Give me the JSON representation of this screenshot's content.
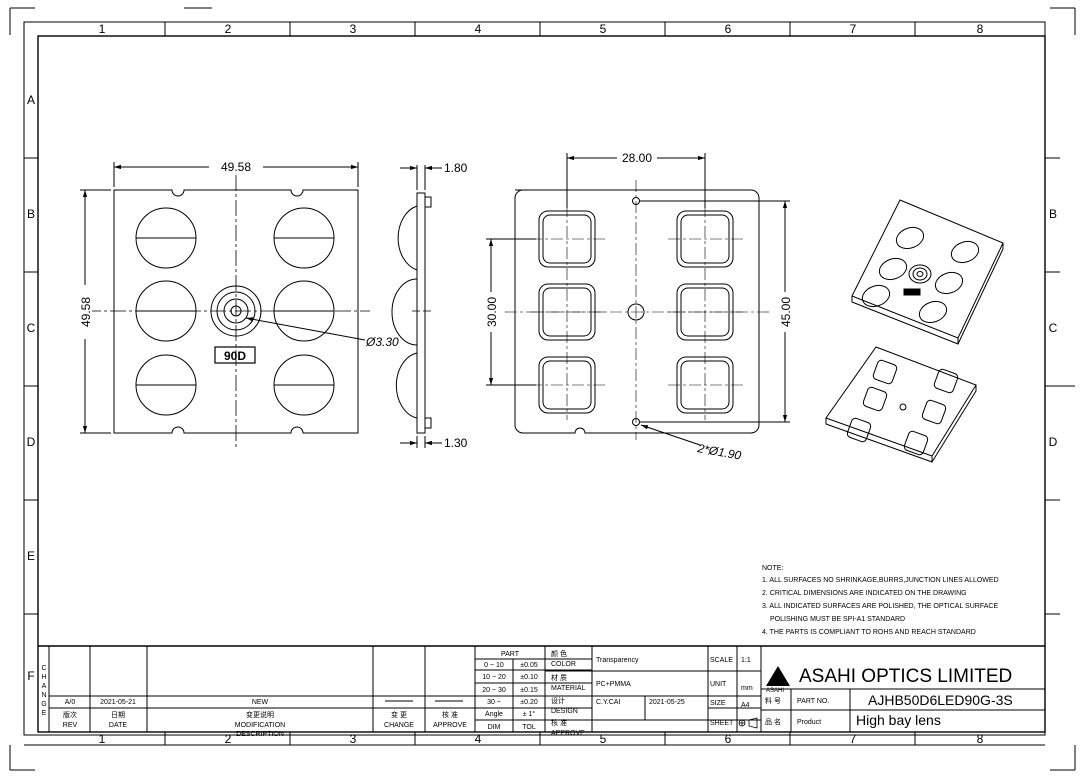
{
  "grid": {
    "cols": [
      "1",
      "2",
      "3",
      "4",
      "5",
      "6",
      "7",
      "8"
    ],
    "rows": [
      "A",
      "B",
      "C",
      "D",
      "E",
      "F"
    ]
  },
  "dims": {
    "front_width": "49.58",
    "front_height": "49.58",
    "center_dia": "Ø3.30",
    "side_top": "1.80",
    "side_bottom": "1.30",
    "back_pitch": "28.00",
    "back_height_inner": "30.00",
    "back_height_outer": "45.00",
    "hole_dia": "2*Ø1.90"
  },
  "marking": "90D",
  "notes": {
    "title": "NOTE:",
    "items": [
      "1. ALL SURFACES NO SHRINKAGE,BURRS,JUNCTION LINES ALLOWED",
      "2. CRITICAL DIMENSIONS ARE INDICATED ON THE DRAWING",
      "3. ALL INDICATED SURFACES ARE POLISHED, THE OPTICAL SURFACE",
      "   POLISHING MUST BE SPI-A1 STANDARD",
      "4. THE PARTS IS COMPLIANT TO ROHS AND REACH STANDARD"
    ]
  },
  "revision": {
    "change_label": "CHANGE",
    "rev": "A/0",
    "date": "2021-05-21",
    "description": "NEW",
    "h_rev_cn": "版次",
    "h_rev": "REV",
    "h_date_cn": "日期",
    "h_date": "DATE",
    "h_mod_cn": "变更说明",
    "h_mod": "MODIFICATION",
    "h_desc": "DESCRIPTION",
    "h_change_cn": "变 更",
    "h_change": "CHANGE",
    "h_approve_cn": "核 准",
    "h_approve": "APPROVE"
  },
  "tolerance": {
    "part": "PART",
    "rows": [
      [
        "0 ~ 10",
        "±0.05"
      ],
      [
        "10 ~ 20",
        "±0.10"
      ],
      [
        "20 ~ 30",
        "±0.15"
      ],
      [
        "30 ~",
        "±0.20"
      ],
      [
        "Angle",
        "± 1°"
      ]
    ],
    "dim": "DIM",
    "tol": "TOL"
  },
  "info": {
    "color_cn": "颜 色",
    "color": "COLOR",
    "color_val": "Transparency",
    "material_cn": "材 质",
    "material": "MATERIAL",
    "material_val": "PC+PMMA",
    "design_cn": "设计",
    "design": "DESIGN",
    "design_val": "C.Y.CAI",
    "design_date": "2021-05-25",
    "approve_cn": "核 准",
    "approve": "APPROVE"
  },
  "sheet": {
    "scale": "SCALE",
    "scale_val": "1:1",
    "unit": "UNIT",
    "unit_val": "mm",
    "size": "SIZE",
    "size_val": "A4",
    "sheet": "SHEET"
  },
  "company": {
    "name": "ASAHI OPTICS LIMITED",
    "short": "ASAHI",
    "part_no_cn": "料 号",
    "part_no_label": "PART NO.",
    "part_no": "AJHB50D6LED90G-3S",
    "product_cn": "品 名",
    "product_label": "Product",
    "product": "High bay lens"
  }
}
